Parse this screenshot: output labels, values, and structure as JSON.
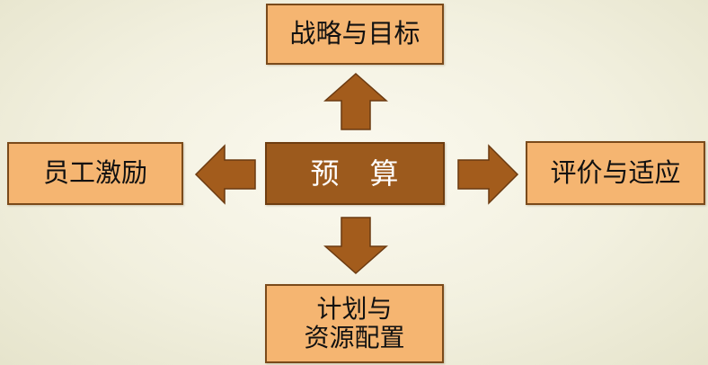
{
  "diagram": {
    "top_box": "战略与目标",
    "center_box": "预　算",
    "left_box": "员工激励",
    "right_box": "评价与适应",
    "bottom_box_line1": "计划与",
    "bottom_box_line2": "资源配置"
  },
  "colors": {
    "box_fill": "#f5b571",
    "center_fill": "#9c5a1d",
    "arrow_fill": "#a35c1c",
    "border": "#7a4a1a"
  }
}
